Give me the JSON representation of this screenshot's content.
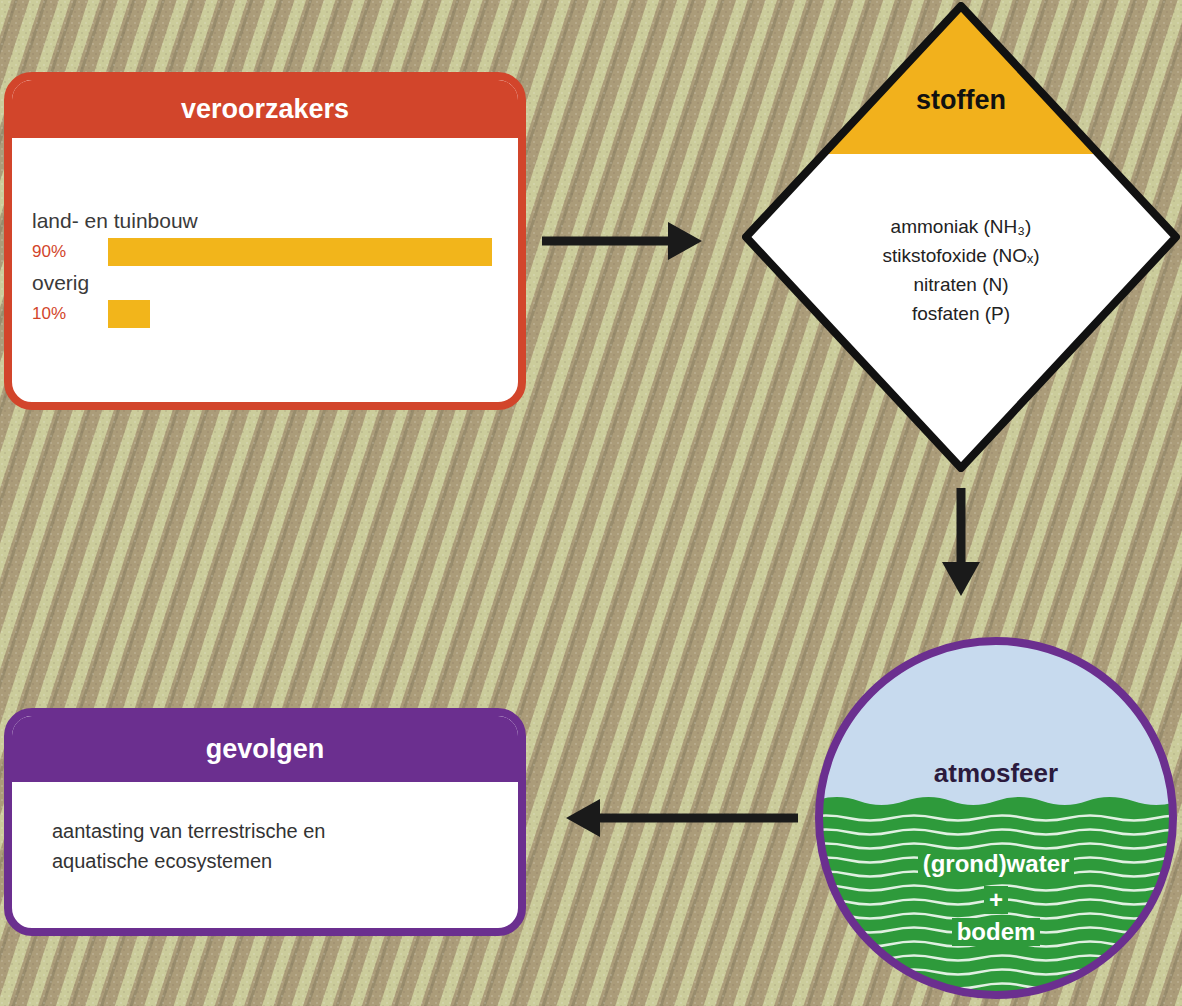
{
  "diagram": {
    "nodes": [
      {
        "text": [
          "veroorzakers",
          "land- en tuinbouw",
          "90%",
          "overig",
          "10%"
        ]
      },
      {
        "text": [
          "stoffen",
          "ammoniak (NH₃)",
          "stikstofoxide (NOₓ)",
          "nitraten (N)",
          "fosfaten (P)"
        ]
      },
      {
        "text": [
          "atmosfeer",
          "(grond)water",
          "+",
          "bodem"
        ]
      },
      {
        "text": [
          "gevolgen",
          "aantasting van terrestrische en aquatische ecosystemen"
        ]
      }
    ],
    "edges": [
      {
        "from": 0,
        "to": 1,
        "arrow": "to"
      },
      {
        "from": 1,
        "to": 2,
        "arrow": "to"
      },
      {
        "from": 2,
        "to": 3,
        "arrow": "to"
      }
    ]
  }
}
